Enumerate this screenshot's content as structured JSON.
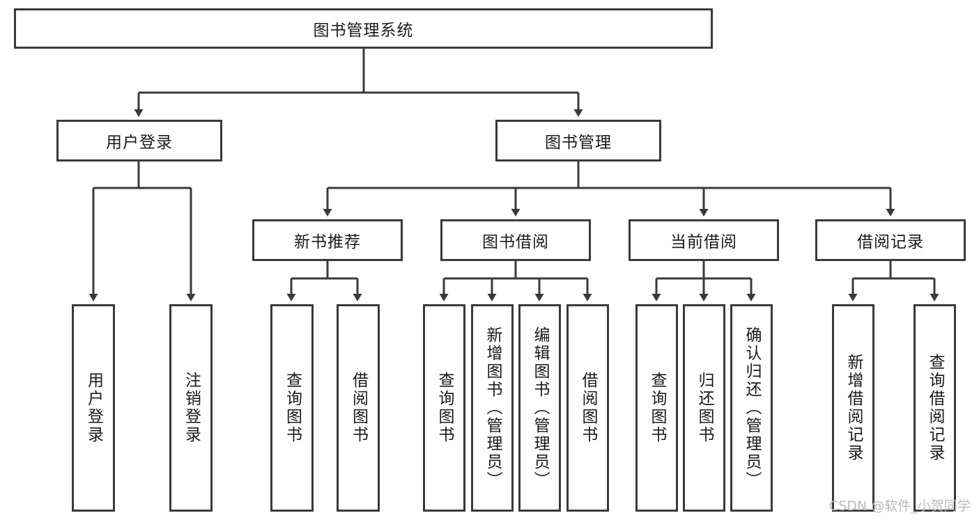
{
  "diagram": {
    "title": "图书管理系统",
    "type": "hierarchy-tree",
    "colors": {
      "box_border": "#3a3a3a",
      "box_fill": "#ffffff",
      "edge": "#3a3a3a",
      "text": "#1a1a1a",
      "watermark": "#b9b9b9"
    },
    "levels": {
      "root": {
        "label": "图书管理系统"
      },
      "level2": [
        {
          "label": "用户登录"
        },
        {
          "label": "图书管理"
        }
      ],
      "level3": [
        {
          "label": "新书推荐"
        },
        {
          "label": "图书借阅"
        },
        {
          "label": "当前借阅"
        },
        {
          "label": "借阅记录"
        }
      ],
      "leaves": {
        "user_login": [
          {
            "label": "用户登录"
          },
          {
            "label": "注销登录"
          }
        ],
        "new_book_recommend": [
          {
            "label": "查询图书"
          },
          {
            "label": "借阅图书"
          }
        ],
        "book_borrow": [
          {
            "label": "查询图书"
          },
          {
            "label": "新增图书（管理员）"
          },
          {
            "label": "编辑图书（管理员）"
          },
          {
            "label": "借阅图书"
          }
        ],
        "current_borrow": [
          {
            "label": "查询图书"
          },
          {
            "label": "归还图书"
          },
          {
            "label": "确认归还（管理员）"
          }
        ],
        "borrow_record": [
          {
            "label": "新增借阅记录"
          },
          {
            "label": "查询借阅记录"
          }
        ]
      }
    },
    "watermark": "CSDN @软件_小贺同学"
  }
}
